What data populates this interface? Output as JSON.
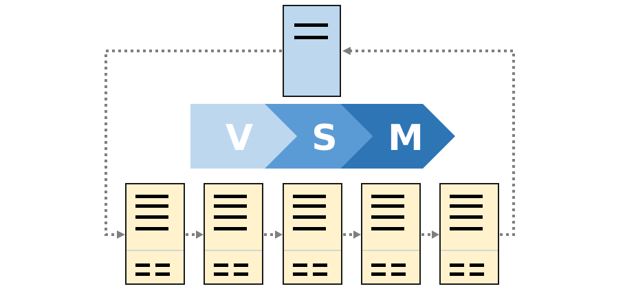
{
  "diagram": {
    "title_letters": [
      "V",
      "S",
      "M"
    ],
    "chevron_colors": [
      "#bdd7ee",
      "#5b9bd5",
      "#2e75b6"
    ],
    "control_box": {
      "fill": "#bdd7ee",
      "lines": 2
    },
    "process_boxes": [
      {
        "fill": "#fff2cc",
        "top_lines": 4,
        "data_rows": 2
      },
      {
        "fill": "#fff2cc",
        "top_lines": 4,
        "data_rows": 2
      },
      {
        "fill": "#fff2cc",
        "top_lines": 4,
        "data_rows": 2
      },
      {
        "fill": "#fff2cc",
        "top_lines": 4,
        "data_rows": 2
      },
      {
        "fill": "#fff2cc",
        "top_lines": 4,
        "data_rows": 2
      }
    ],
    "connector_color": "#7f7f7f"
  }
}
